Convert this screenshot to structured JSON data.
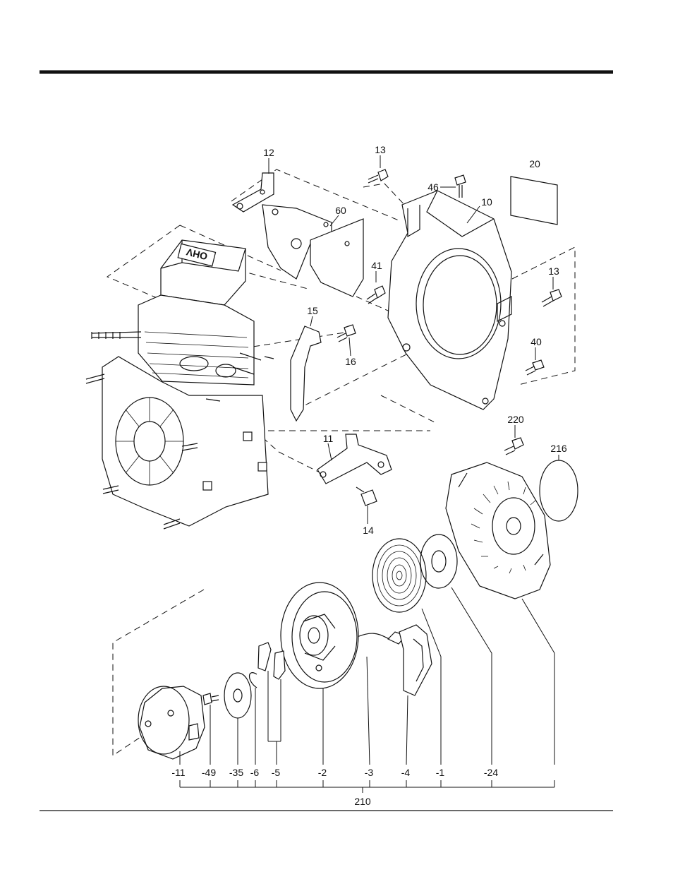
{
  "callouts": {
    "c12": "12",
    "c13a": "13",
    "c46": "46",
    "c10": "10",
    "c20": "20",
    "c60": "60",
    "c41": "41",
    "c13b": "13",
    "c15": "15",
    "c16": "16",
    "c40": "40",
    "c11": "11",
    "c14": "14",
    "c220": "220",
    "c216": "216",
    "s11": "-11",
    "s49": "-49",
    "s35": "-35",
    "s6": "-6",
    "s5": "-5",
    "s2": "-2",
    "s3": "-3",
    "s4": "-4",
    "s1": "-1",
    "s24": "-24",
    "c210": "210"
  },
  "logos": {
    "engine_cover": "OHV"
  },
  "colors": {
    "ink": "#111111",
    "paper": "#ffffff"
  }
}
